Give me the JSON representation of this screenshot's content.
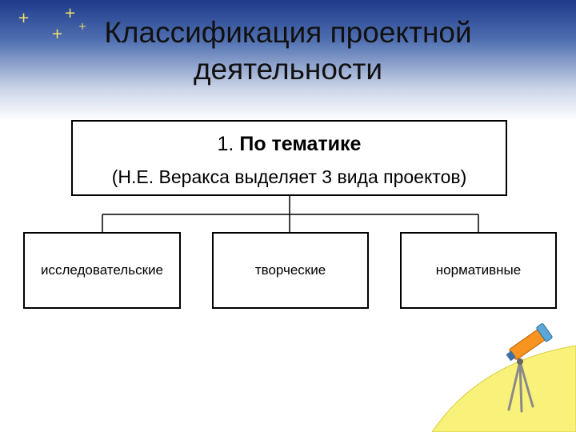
{
  "title": {
    "line1": "Классификация проектной",
    "line2": "деятельности"
  },
  "root": {
    "number": "1.",
    "heading": "По тематике",
    "subtitle": "(Н.Е. Веракса выделяет 3 вида проектов)"
  },
  "children": [
    {
      "label": "исследовательские"
    },
    {
      "label": "творческие"
    },
    {
      "label": "нормативные"
    }
  ],
  "colors": {
    "sky_top": "#1e3a8a",
    "hill": "#f9f27a",
    "telescope": "#f7931e"
  }
}
